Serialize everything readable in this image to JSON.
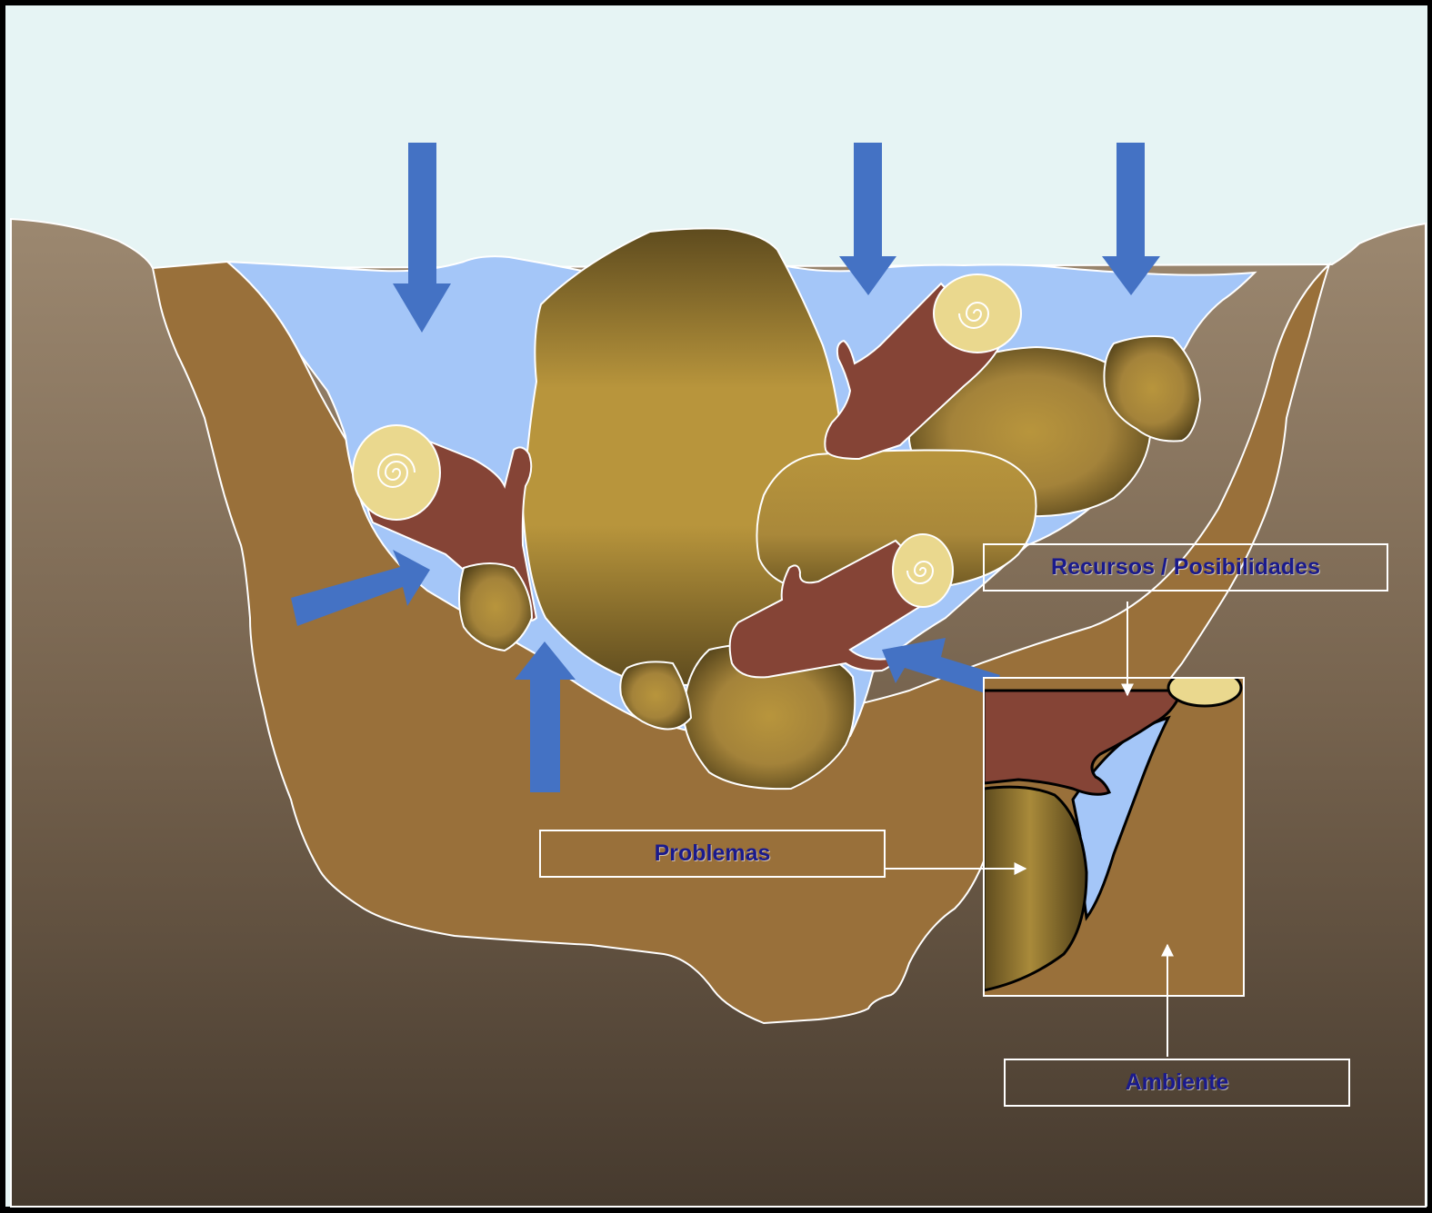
{
  "labels": {
    "resources": "Recursos / Posibilidades",
    "problems": "Problemas",
    "environment": "Ambiente"
  },
  "colors": {
    "frame": "#000000",
    "sky": "#e6f4f4",
    "earth_top": "#9a8670",
    "earth_bottom": "#463a2e",
    "pit_soil": "#99703a",
    "water": "#a4c6f8",
    "arrow": "#4472c4",
    "log_bark": "#854436",
    "log_end": "#ead88e",
    "rock_light": "#b8953c",
    "rock_dark": "#5e4b1e",
    "label_text": "#1a1a8c",
    "label_border": "#ffffff"
  },
  "icons": {
    "pressure_arrows": "block-arrow",
    "logs": "log-icon",
    "rocks": "rock-icon"
  }
}
